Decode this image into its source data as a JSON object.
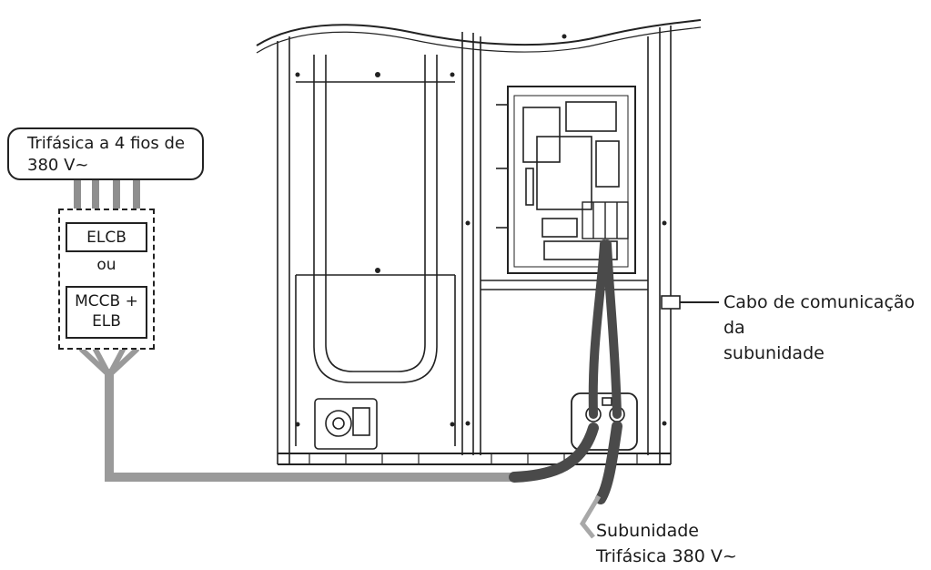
{
  "power_source": {
    "label_line1": "Trifásica a 4 fios de",
    "label_line2": "380 V~"
  },
  "breakers": {
    "option1": "ELCB",
    "separator": "ou",
    "option2_line1": "MCCB +",
    "option2_line2": "ELB"
  },
  "communication_cable": {
    "label_line1": "Cabo de comunicação da",
    "label_line2": "subunidade"
  },
  "subunit": {
    "label_line1": "Subunidade",
    "label_line2": "Trifásica 380 V~"
  },
  "colors": {
    "cable_gray": "#9a9a9a",
    "cable_dark": "#4a4a4a",
    "line": "#222222"
  }
}
